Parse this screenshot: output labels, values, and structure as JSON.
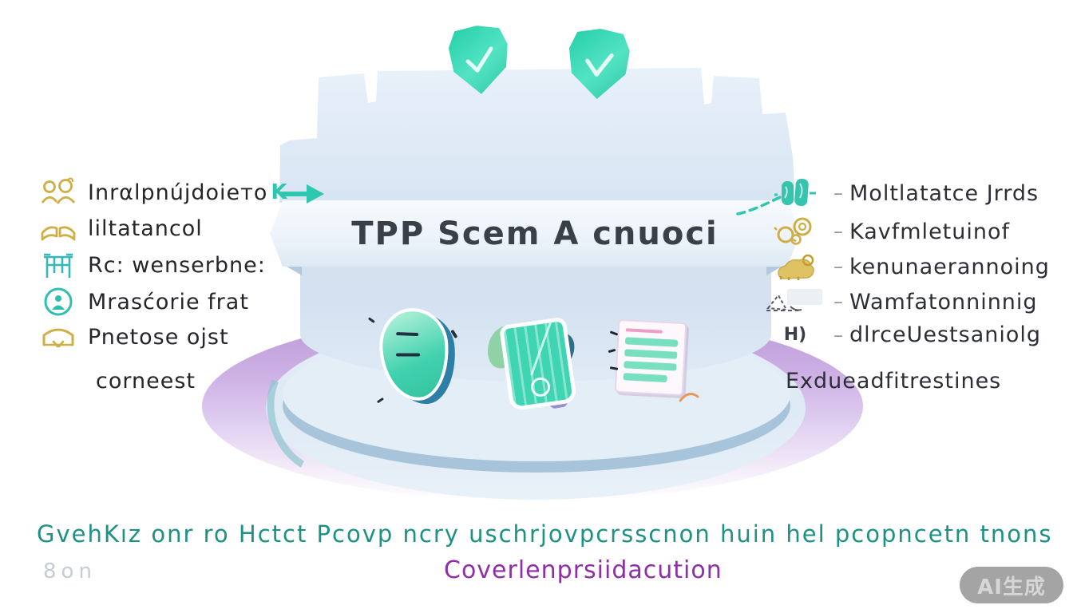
{
  "title": {
    "text": "TPP Scem A cnuoci"
  },
  "left_items": [
    {
      "label": "Inrαlpnújdoieто",
      "suffix": "K",
      "icon": "people-icon"
    },
    {
      "label": "liltatancol",
      "icon": "open-book-icon"
    },
    {
      "label": "Rc: wenserbne:",
      "icon": "gate-icon"
    },
    {
      "label": "Mrasćorie frat",
      "icon": "person-circle-icon"
    },
    {
      "label": "Pnetose  ojst",
      "icon": "bed-icon"
    },
    {
      "label": "corneest",
      "icon": ""
    }
  ],
  "right_items": [
    {
      "label": "Moltlatatce Jrrds",
      "icon": "teal-blob-icon",
      "dash": "–"
    },
    {
      "label": "Kavfmletuinof",
      "icon": "gears-icon",
      "dash": "–"
    },
    {
      "label": "kenunaerannoing",
      "icon": "goat-icon",
      "dash": "–"
    },
    {
      "label": "Wamfatonninnig",
      "icon": "sketch-icon",
      "dash": "–"
    },
    {
      "label": "dlrceUestsaniolg",
      "icon": "hj-glyph",
      "prefix": "H)",
      "dash": "–"
    },
    {
      "label": "Exdueadfitrestines",
      "icon": ""
    }
  ],
  "footer": {
    "line1": "GvehKız onr ro Hctct  Pcovp ncry uschrjovpcrsscnon huin hel pcopncetn tnons",
    "line2": "Coverlenprsiidacution",
    "corner": "8on"
  },
  "watermark": {
    "text": "AI生成"
  },
  "colors": {
    "accent_teal": "#2cc7ae",
    "icon_gold": "#cfae45",
    "castle_blue": "#d8e5f2",
    "base_purple": "#c9aae1",
    "footer_teal": "#1d9184",
    "footer_purple": "#8e2ea8",
    "shield_teal": "#34d9b2"
  }
}
